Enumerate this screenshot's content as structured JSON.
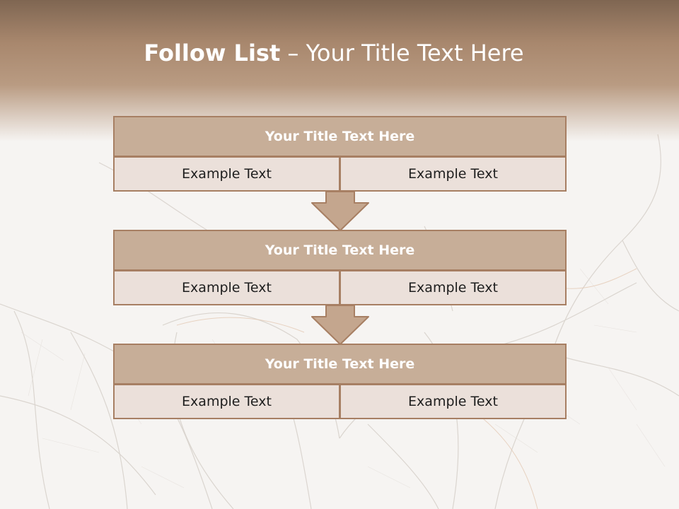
{
  "title": {
    "bold_part": "Follow List",
    "light_part": "– Your Title Text Here"
  },
  "blocks": [
    {
      "title": "Your Title Text Here",
      "left": "Example Text",
      "right": "Example Text"
    },
    {
      "title": "Your Title Text Here",
      "left": "Example Text",
      "right": "Example Text"
    },
    {
      "title": "Your Title Text Here",
      "left": "Example Text",
      "right": "Example Text"
    }
  ],
  "colors": {
    "header": "#a8876d",
    "box_fill": "#c7ae98",
    "box_border": "#a77f63",
    "cell_fill": "#ebe0da",
    "arrow_fill": "#c4a68e"
  }
}
